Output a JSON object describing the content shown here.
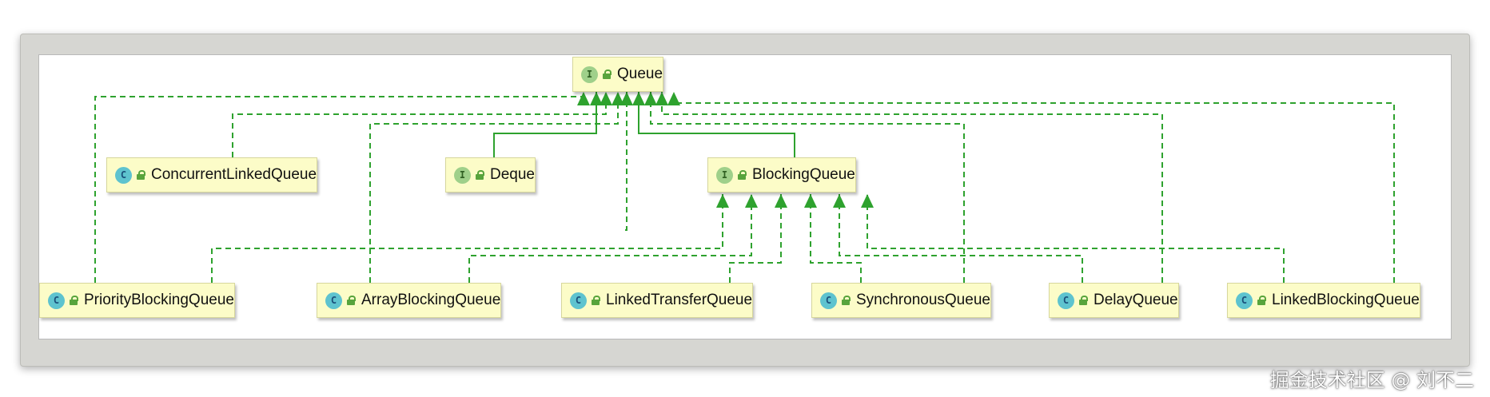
{
  "colors": {
    "node_fill": "#fcfcc8",
    "node_border": "#d7d79c",
    "edge": "#2ea22e",
    "class_badge": "#5ec3cf",
    "interface_badge": "#9fd08a"
  },
  "nodes": {
    "queue": {
      "label": "Queue",
      "kind": "interface",
      "badge": "I"
    },
    "concurrent_linked_queue": {
      "label": "ConcurrentLinkedQueue",
      "kind": "class",
      "badge": "C"
    },
    "deque": {
      "label": "Deque",
      "kind": "interface",
      "badge": "I"
    },
    "blocking_queue": {
      "label": "BlockingQueue",
      "kind": "interface",
      "badge": "I"
    },
    "priority_blocking_queue": {
      "label": "PriorityBlockingQueue",
      "kind": "class",
      "badge": "C"
    },
    "array_blocking_queue": {
      "label": "ArrayBlockingQueue",
      "kind": "class",
      "badge": "C"
    },
    "linked_transfer_queue": {
      "label": "LinkedTransferQueue",
      "kind": "class",
      "badge": "C"
    },
    "synchronous_queue": {
      "label": "SynchronousQueue",
      "kind": "class",
      "badge": "C"
    },
    "delay_queue": {
      "label": "DelayQueue",
      "kind": "class",
      "badge": "C"
    },
    "linked_blocking_queue": {
      "label": "LinkedBlockingQueue",
      "kind": "class",
      "badge": "C"
    }
  },
  "edges": [
    {
      "from": "deque",
      "to": "queue",
      "style": "solid"
    },
    {
      "from": "blocking_queue",
      "to": "queue",
      "style": "solid"
    },
    {
      "from": "concurrent_linked_queue",
      "to": "queue",
      "style": "dashed"
    },
    {
      "from": "priority_blocking_queue",
      "to": "queue",
      "style": "dashed"
    },
    {
      "from": "array_blocking_queue",
      "to": "queue",
      "style": "dashed"
    },
    {
      "from": "linked_transfer_queue",
      "to": "queue",
      "style": "dashed"
    },
    {
      "from": "synchronous_queue",
      "to": "queue",
      "style": "dashed"
    },
    {
      "from": "delay_queue",
      "to": "queue",
      "style": "dashed"
    },
    {
      "from": "linked_blocking_queue",
      "to": "queue",
      "style": "dashed"
    },
    {
      "from": "priority_blocking_queue",
      "to": "blocking_queue",
      "style": "dashed"
    },
    {
      "from": "array_blocking_queue",
      "to": "blocking_queue",
      "style": "dashed"
    },
    {
      "from": "linked_transfer_queue",
      "to": "blocking_queue",
      "style": "dashed"
    },
    {
      "from": "synchronous_queue",
      "to": "blocking_queue",
      "style": "dashed"
    },
    {
      "from": "delay_queue",
      "to": "blocking_queue",
      "style": "dashed"
    },
    {
      "from": "linked_blocking_queue",
      "to": "blocking_queue",
      "style": "dashed"
    }
  ],
  "watermark": "掘金技术社区 @ 刘不二"
}
